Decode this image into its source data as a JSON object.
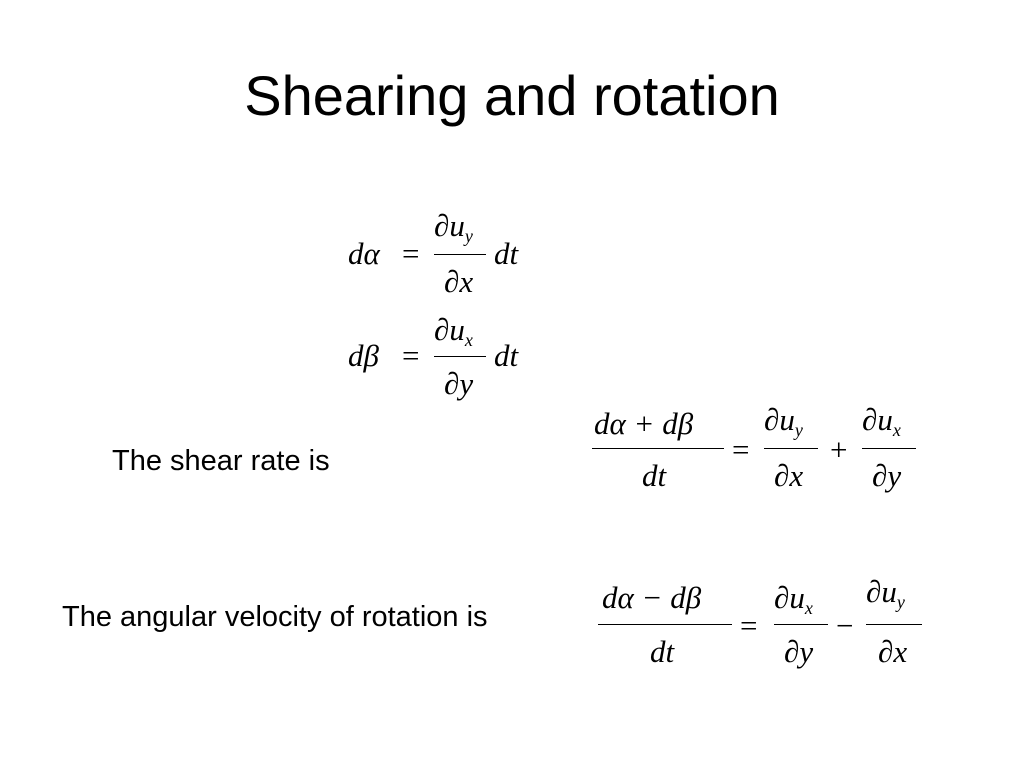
{
  "slide": {
    "title": "Shearing and rotation",
    "shear_label": "The shear rate is",
    "rotation_label": "The angular velocity of rotation is"
  },
  "equations": {
    "eq1": {
      "lhs": "dα",
      "equals": "=",
      "num": "∂u",
      "num_sub": "y",
      "den": "∂x",
      "tail": "dt"
    },
    "eq2": {
      "lhs": "dβ",
      "equals": "=",
      "num": "∂u",
      "num_sub": "x",
      "den": "∂y",
      "tail": "dt"
    },
    "shear": {
      "lhs_num": "dα + dβ",
      "lhs_den": "dt",
      "equals": "=",
      "t1_num": "∂u",
      "t1_sub": "y",
      "t1_den": "∂x",
      "op": "+",
      "t2_num": "∂u",
      "t2_sub": "x",
      "t2_den": "∂y"
    },
    "rotation": {
      "lhs_num": "dα − dβ",
      "lhs_den": "dt",
      "equals": "=",
      "t1_num": "∂u",
      "t1_sub": "x",
      "t1_den": "∂y",
      "op": "−",
      "t2_num": "∂u",
      "t2_sub": "y",
      "t2_den": "∂x"
    }
  }
}
